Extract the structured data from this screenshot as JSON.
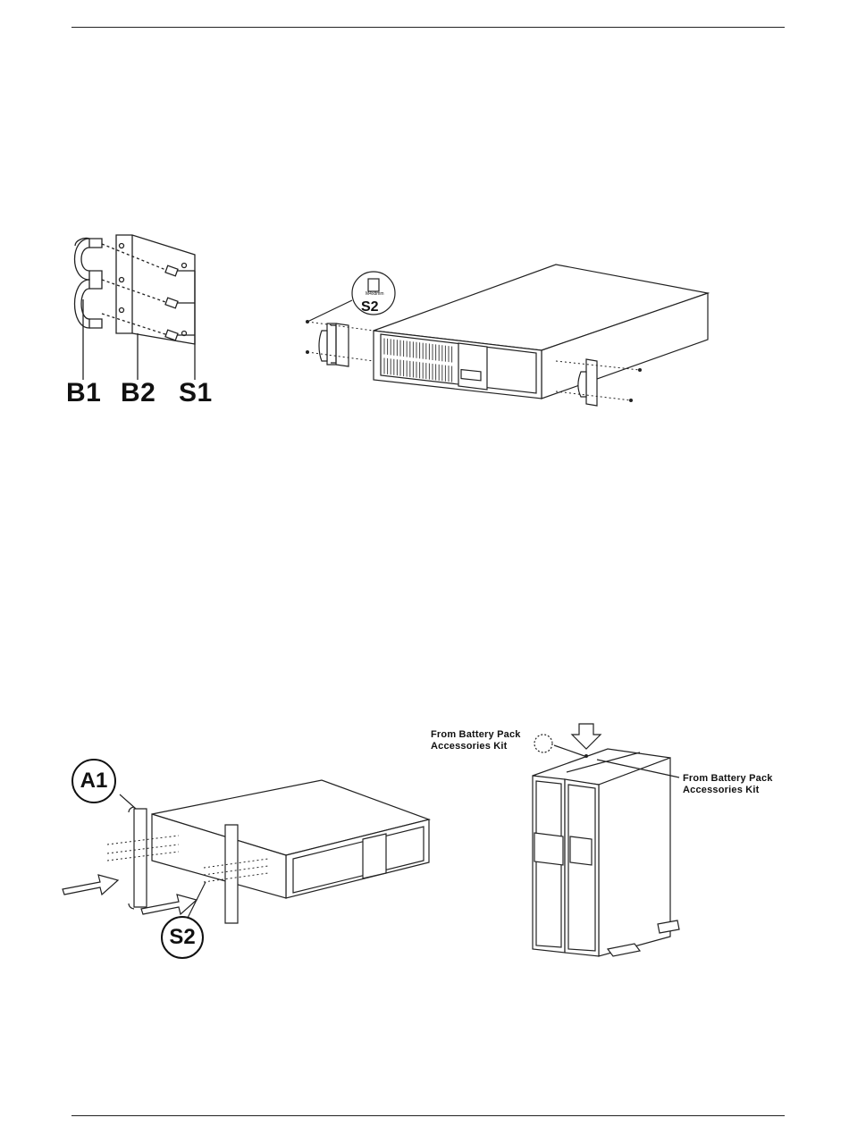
{
  "figure1": {
    "labels": {
      "b1": "B1",
      "b2": "B2",
      "s1": "S1"
    }
  },
  "figure2": {
    "screw_callout": "S2",
    "screw_spec": "M4x8mm"
  },
  "figure3": {
    "callout_a1": "A1",
    "callout_s2": "S2"
  },
  "figure4": {
    "note_top": "From Battery Pack\nAccessories Kit",
    "note_right": "From Battery Pack\nAccessories Kit"
  },
  "colors": {
    "line": "#222222",
    "fill": "#ffffff",
    "vent": "#444444"
  }
}
